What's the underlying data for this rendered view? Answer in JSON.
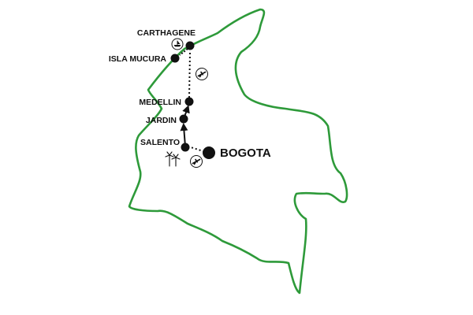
{
  "map": {
    "border_color": "#2e9a3a",
    "route_color": "#111111",
    "cities": [
      {
        "id": "carthagene",
        "name": "CARTHAGENE"
      },
      {
        "id": "isla-mucura",
        "name": "ISLA MUCURA"
      },
      {
        "id": "medellin",
        "name": "MEDELLIN"
      },
      {
        "id": "jardin",
        "name": "JARDIN"
      },
      {
        "id": "salento",
        "name": "SALENTO"
      },
      {
        "id": "bogota",
        "name": "BOGOTA",
        "capital": true
      }
    ],
    "legs": [
      {
        "from": "bogota",
        "to": "salento",
        "mode": "flight"
      },
      {
        "from": "salento",
        "to": "jardin",
        "mode": "road"
      },
      {
        "from": "jardin",
        "to": "medellin",
        "mode": "road"
      },
      {
        "from": "medellin",
        "to": "carthagene",
        "mode": "flight"
      },
      {
        "from": "carthagene",
        "to": "isla-mucura",
        "mode": "boat"
      }
    ],
    "icons": [
      "plane-icon",
      "plane-icon",
      "boat-icon",
      "palm-trees-icon"
    ]
  }
}
